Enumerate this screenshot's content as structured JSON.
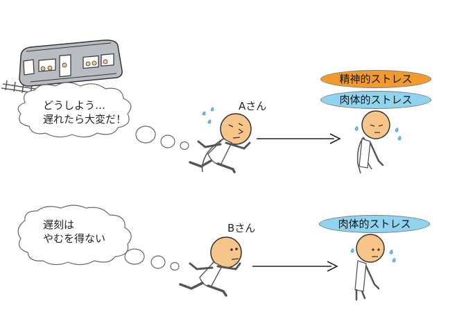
{
  "scenario_a": {
    "thought_lines": [
      "どうしよう…",
      "遅れたら大変だ！"
    ],
    "person_label": "Aさん",
    "stress_tags": [
      "精神的ストレス",
      "肉体的ストレス"
    ]
  },
  "scenario_b": {
    "thought_lines": [
      "遅刻は",
      "やむを得ない"
    ],
    "person_label": "Bさん",
    "stress_tags": [
      "肉体的ストレス"
    ]
  },
  "colors": {
    "mental_stress": "#f39a2e",
    "physical_stress": "#8fd3ef",
    "face": "#f7c48a",
    "train_body": "#b9bcc0"
  },
  "icons": [
    "train-icon",
    "thought-bubble-icon",
    "running-person-icon",
    "tired-person-icon",
    "sweat-drop-icon",
    "arrow-icon"
  ]
}
